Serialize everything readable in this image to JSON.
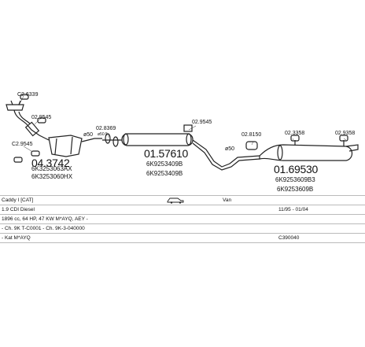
{
  "parts": {
    "p1": {
      "code": "C2.6339"
    },
    "p2": {
      "code": "02.9545"
    },
    "p3": {
      "code": "C2.9545"
    },
    "p4": {
      "code": "04.3742",
      "refs": [
        "6K3253063AX",
        "6K3253060HX"
      ]
    },
    "p5": {
      "code": "02.8369",
      "clamp": "ø50.5"
    },
    "p6": {
      "code": "ø50"
    },
    "p7": {
      "code": "01.57610",
      "refs": [
        "6K9253409B",
        "6K9253409B"
      ]
    },
    "p8": {
      "code": "02.9545"
    },
    "p9": {
      "code": "ø50"
    },
    "p10": {
      "code": "02.8150"
    },
    "p11": {
      "code": "02.3358"
    },
    "p12": {
      "code": "02.9358"
    },
    "p13": {
      "code": "01.69530",
      "refs": [
        "6K9253609B3",
        "6K9253609B"
      ]
    }
  },
  "info": {
    "model": "Caddy I [CAT]",
    "van": "Van",
    "engine": "1.9 CDI Diesel",
    "years": "11/95 - 01/04",
    "spec": "1896 cc, 64 HP, 47 KW M*AYQ, AEY -",
    "chassis": "- Ch. 9K T-C0001 - Ch. 9K-3-040000",
    "kat": "- Kat M*AYQ",
    "code": "C390040"
  },
  "icons": {
    "car": "car-icon"
  }
}
